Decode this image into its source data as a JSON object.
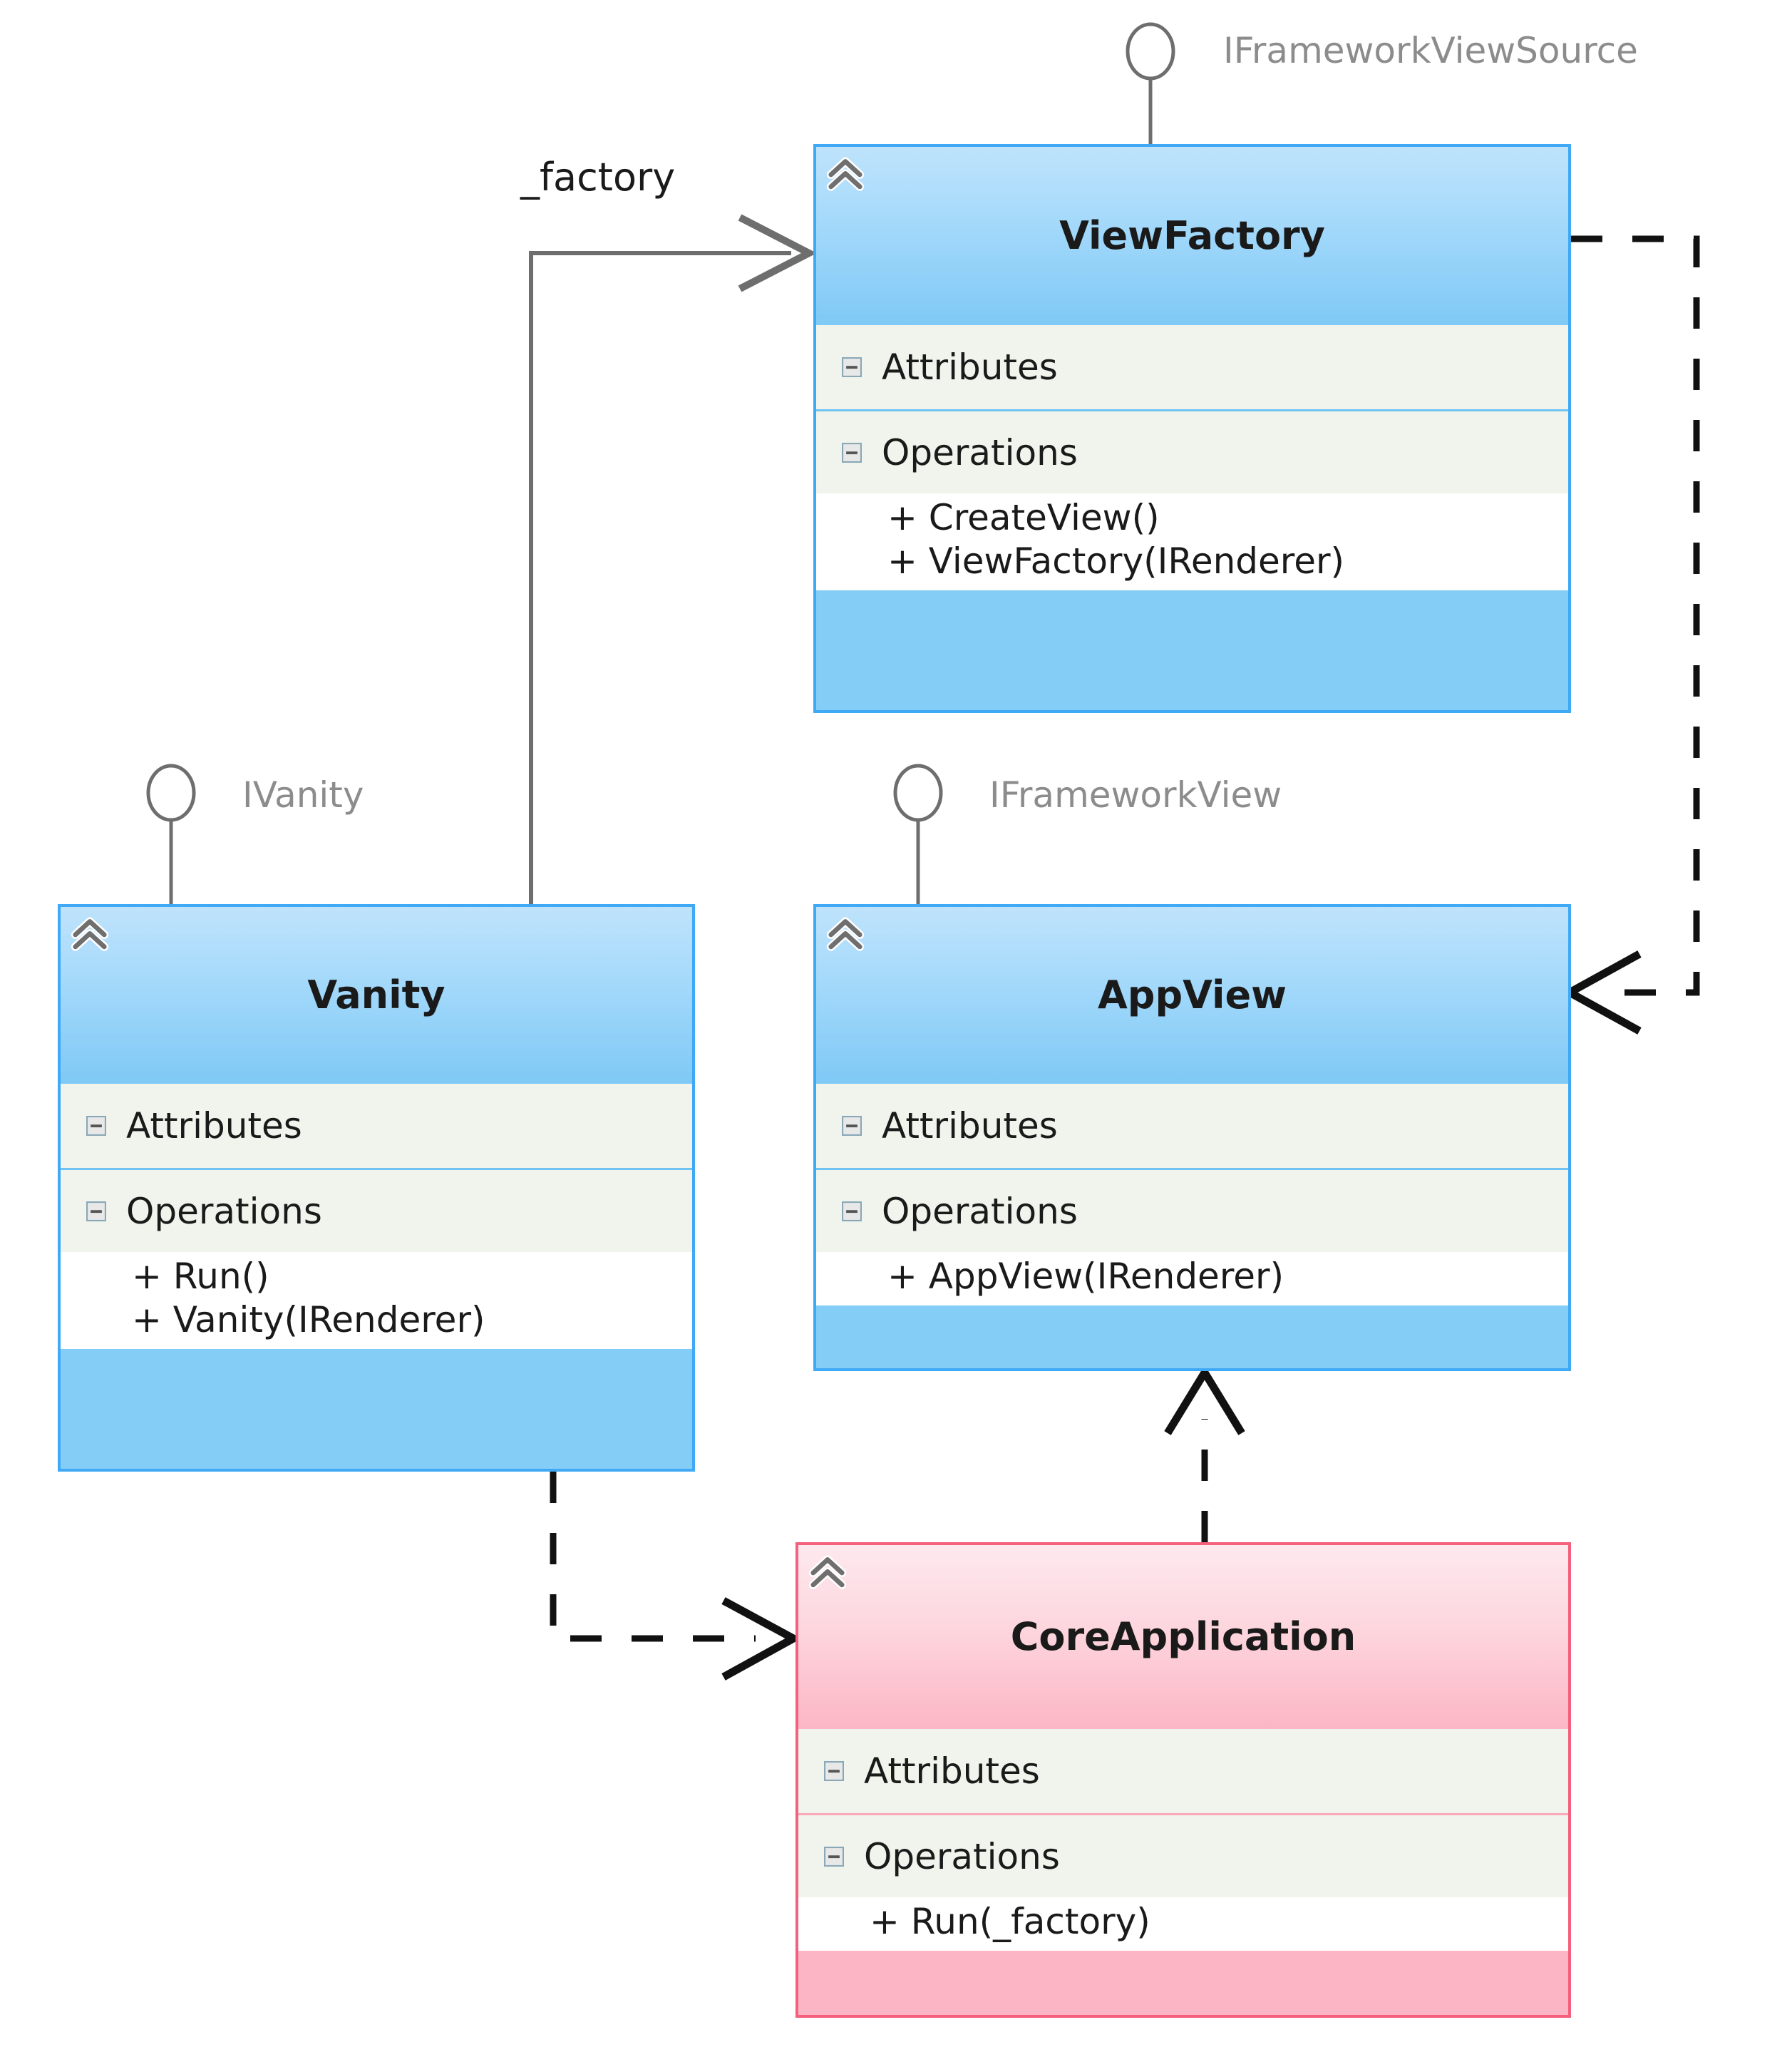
{
  "diagram": {
    "type": "uml-class-diagram",
    "background": "#ffffff",
    "colors": {
      "class_border_blue": "#3fa9f5",
      "class_border_pink": "#f4607d",
      "header_blue_top": "#bfe3fb",
      "header_blue_bottom": "#7fc9f6",
      "header_pink_top": "#fde9ee",
      "header_pink_bottom": "#fcb6c5",
      "section_background": "#f1f4ec",
      "member_background": "#ffffff",
      "footer_blue": "#83cdf7",
      "footer_pink": "#fcb5c4",
      "interface_label": "#8c8c8c",
      "association_line": "#6e6e6e",
      "dependency_line": "#000000",
      "text": "#1a1a1a"
    },
    "section_labels": {
      "attributes": "Attributes",
      "operations": "Operations"
    },
    "icons": {
      "stereotype": "double-chevron-up-icon",
      "collapse": "collapse-minus-icon",
      "interface": "interface-lollipop-icon"
    }
  },
  "classes": [
    {
      "id": "viewfactory",
      "name": "ViewFactory",
      "theme": "blue",
      "attributes": [],
      "operations": [
        "+ CreateView()",
        "+ ViewFactory(IRenderer)"
      ]
    },
    {
      "id": "vanity",
      "name": "Vanity",
      "theme": "blue",
      "attributes": [],
      "operations": [
        "+ Run()",
        "+ Vanity(IRenderer)"
      ]
    },
    {
      "id": "appview",
      "name": "AppView",
      "theme": "blue",
      "attributes": [],
      "operations": [
        "+ AppView(IRenderer)"
      ]
    },
    {
      "id": "coreapplication",
      "name": "CoreApplication",
      "theme": "pink",
      "attributes": [],
      "operations": [
        "+ Run(_factory)"
      ]
    }
  ],
  "interfaces": [
    {
      "id": "iframeworkviewsource",
      "label": "IFrameworkViewSource",
      "provider": "viewfactory"
    },
    {
      "id": "ivanity",
      "label": "IVanity",
      "provider": "vanity"
    },
    {
      "id": "iframeworkview",
      "label": "IFrameworkView",
      "provider": "appview"
    }
  ],
  "relationships": [
    {
      "id": "vanity-factory-viewfactory",
      "kind": "association",
      "from": "vanity",
      "to": "viewfactory",
      "label": "_factory",
      "style": "solid",
      "arrow": "open"
    },
    {
      "id": "viewfactory-creates-appview",
      "kind": "dependency",
      "from": "viewfactory",
      "to": "appview",
      "label": "",
      "style": "dashed",
      "arrow": "open"
    },
    {
      "id": "vanity-uses-coreapplication",
      "kind": "dependency",
      "from": "vanity",
      "to": "coreapplication",
      "label": "",
      "style": "dashed",
      "arrow": "open"
    },
    {
      "id": "coreapplication-to-appview",
      "kind": "dependency",
      "from": "coreapplication",
      "to": "appview",
      "label": "",
      "style": "dashed",
      "arrow": "open"
    }
  ]
}
